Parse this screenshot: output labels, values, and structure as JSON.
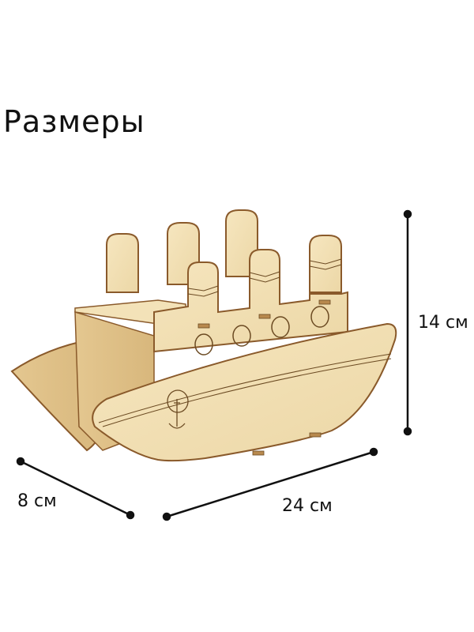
{
  "title": "Размеры",
  "product": {
    "name": "wooden-ship-box",
    "colors": {
      "wood": "#f2dfb4",
      "wood_shadow": "#e3c893",
      "edge": "#8a5a2b",
      "line": "#111111"
    }
  },
  "dimensions": {
    "height": "14 см",
    "depth": "8 см",
    "length": "24 см"
  }
}
